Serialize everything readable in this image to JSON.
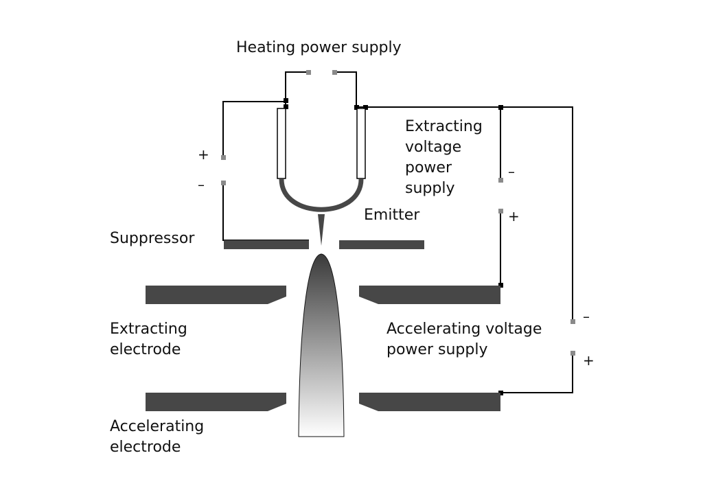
{
  "labels": {
    "heating_supply": "Heating power supply",
    "extracting_supply": [
      "Extracting",
      "voltage",
      "power",
      "supply"
    ],
    "emitter": "Emitter",
    "suppressor": "Suppressor",
    "extracting_electrode": [
      "Extracting",
      "electrode"
    ],
    "accelerating_supply": [
      "Accelerating voltage",
      "power supply"
    ],
    "accelerating_electrode": [
      "Accelerating",
      "electrode"
    ]
  },
  "polarity": {
    "suppressor_plus": "+",
    "suppressor_minus": "–",
    "extracting_minus": "–",
    "extracting_plus": "+",
    "accelerating_minus": "–",
    "accelerating_plus": "+"
  },
  "colors": {
    "electrode": "#474747",
    "wire": "#000000",
    "terminal": "#8a8a8a",
    "beam_top": "#3a3a3a",
    "beam_bottom": "#ffffff"
  }
}
